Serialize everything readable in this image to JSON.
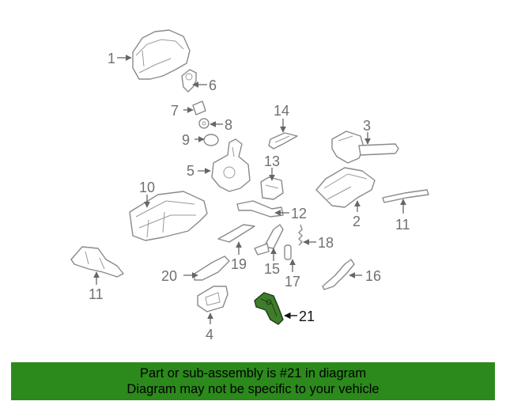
{
  "diagram": {
    "part_numbers": [
      "1",
      "6",
      "7",
      "8",
      "9",
      "14",
      "3",
      "5",
      "13",
      "10",
      "12",
      "2",
      "11",
      "18",
      "19",
      "15",
      "11",
      "20",
      "17",
      "16",
      "21",
      "4"
    ],
    "highlighted_part": "21",
    "highlight_color": "#3f7d2c"
  },
  "banner": {
    "line1": "Part or sub-assembly is #21 in diagram",
    "line2": "Diagram may not be specific to your vehicle",
    "color": "#2b8a1b"
  }
}
